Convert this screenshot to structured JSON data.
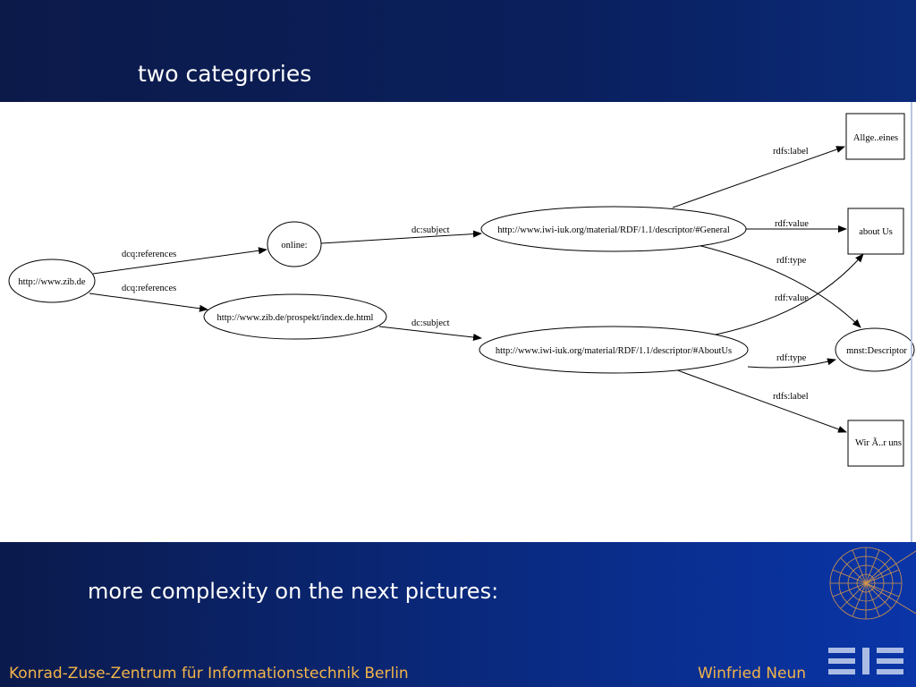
{
  "slide": {
    "title": "two categrories",
    "subtitle": "more complexity on the next pictures:",
    "institute": "Konrad-Zuse-Zentrum für Informationstechnik Berlin",
    "author": "Winfried Neun"
  },
  "colors": {
    "header_bg": "#0c1a4a",
    "footer_bg": "#0a2a80",
    "footer_text": "#f2b44a",
    "logo": "#e8a040"
  },
  "diagram": {
    "nodes": {
      "zib": "http://www.zib.de",
      "online": "online:",
      "prospekt": "http://www.zib.de/prospekt/index.de.html",
      "general": "http://www.iwi-iuk.org/material/RDF/1.1/descriptor/#General",
      "aboutus": "http://www.iwi-iuk.org/material/RDF/1.1/descriptor/#AboutUs",
      "allge": "Allge..eines",
      "about_us": "about Us",
      "descriptor": "mnst:Descriptor",
      "wir": "Wir Ã..r uns"
    },
    "edges": {
      "dcq_ref_1": "dcq:references",
      "dcq_ref_2": "dcq:references",
      "subject_1": "dc:subject",
      "subject_2": "dc:subject",
      "label_1": "rdfs:label",
      "value_1": "rdf:value",
      "type_1": "rdf:type",
      "value_2": "rdf:value",
      "type_2": "rdf:type",
      "label_2": "rdfs:label"
    }
  }
}
